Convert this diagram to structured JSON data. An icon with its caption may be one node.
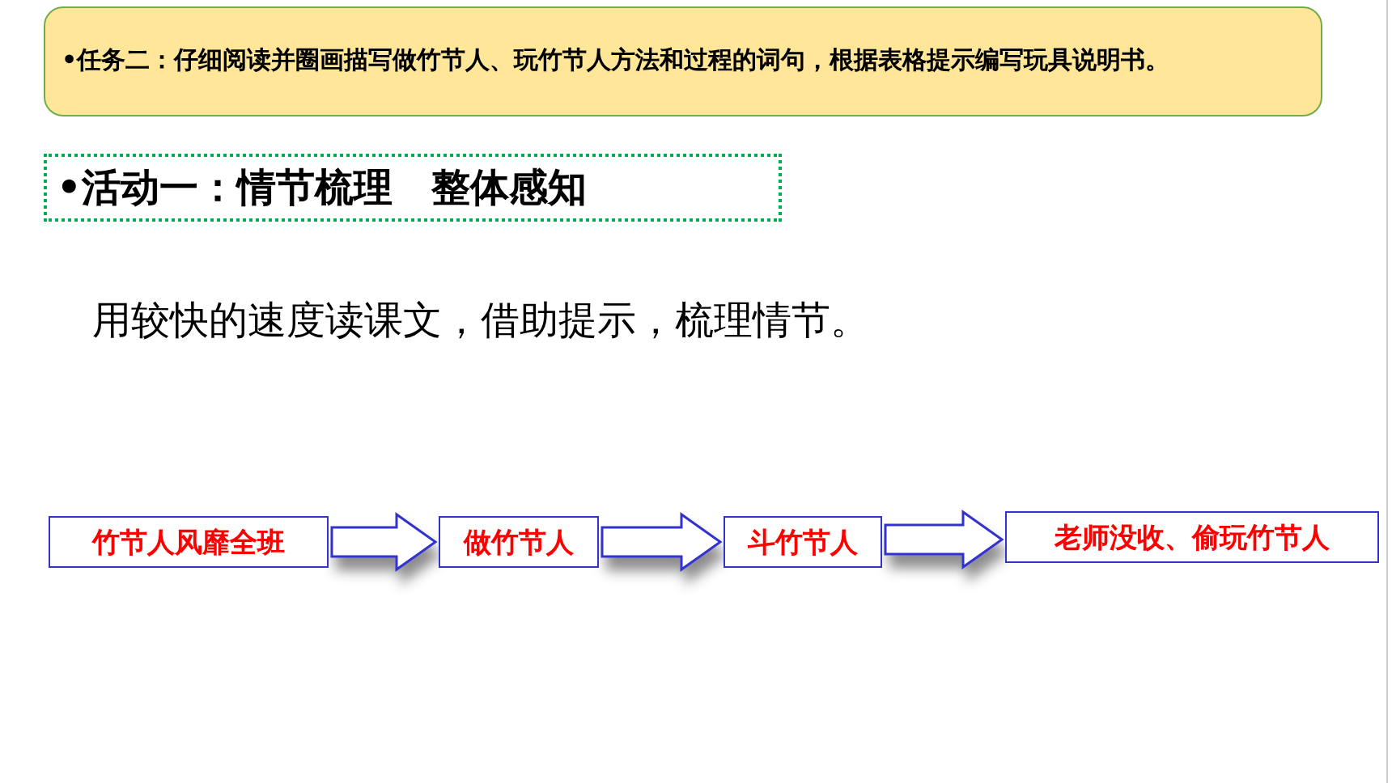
{
  "diagram": {
    "nodes": [
      {
        "text": [
          "•任务二：仔细阅读并圈画描写做竹节人、玩竹节人方法和过程的词句，根据表格提示编写玩具说明书。"
        ]
      },
      {
        "text": [
          "•活动一：情节梳理　整体感知"
        ]
      },
      {
        "text": [
          "竹节人风靡全班"
        ]
      },
      {
        "text": [
          "做竹节人"
        ]
      },
      {
        "text": [
          "斗竹节人"
        ]
      },
      {
        "text": [
          "老师没收、偷玩竹节人"
        ]
      }
    ],
    "edges": [
      {
        "from": 2,
        "to": 3,
        "arrow": "to"
      },
      {
        "from": 3,
        "to": 4,
        "arrow": "to"
      },
      {
        "from": 4,
        "to": 5,
        "arrow": "to"
      }
    ],
    "labels": [
      "用较快的速度读课文，借助提示，梳理情节。"
    ]
  }
}
